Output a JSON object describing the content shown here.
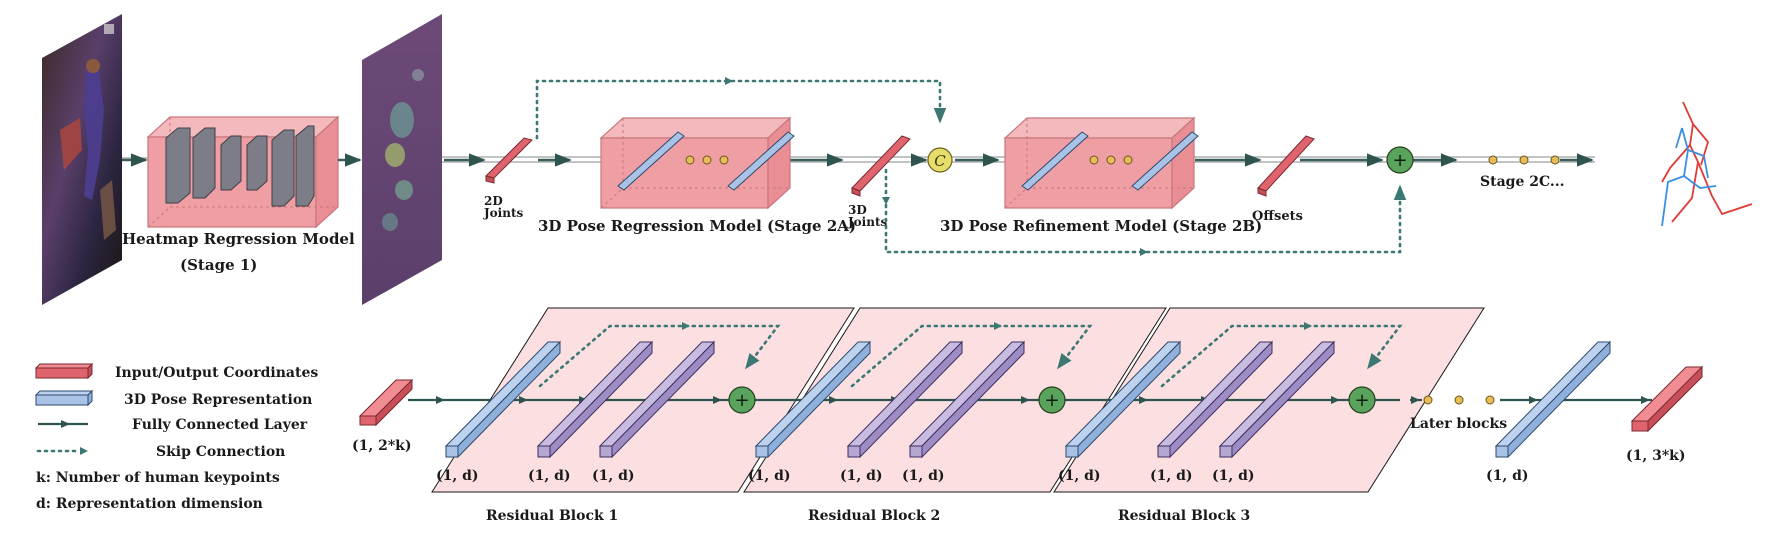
{
  "colors": {
    "block_fill": "#ef9fa4",
    "block_stroke": "#c9777c",
    "residual_fill": "#fbdfe1",
    "blue_bar": "#a9c3e6",
    "purple_bar": "#b5a6d2",
    "red_bar": "#e0646d",
    "arrow": "#2f5450",
    "skip": "#3b7773",
    "dot": "#e9bd55",
    "add_node": "#5aa35c",
    "concat_node": "#e6dd6a",
    "pose_red": "#e03a35",
    "pose_blue": "#3a8fe0"
  },
  "top": {
    "stage1_label_line1": "Heatmap Regression Model",
    "stage1_label_line2": "(Stage 1)",
    "joints2d_line1": "2D",
    "joints2d_line2": "Joints",
    "stage2a_label": "3D Pose Regression Model (Stage 2A)",
    "joints3d_line1": "3D",
    "joints3d_line2": "Joints",
    "concat_symbol": "C",
    "stage2b_label": "3D Pose Refinement Model (Stage 2B)",
    "offsets_label": "Offsets",
    "add_symbol": "+",
    "stage2c_label": "Stage 2C..."
  },
  "bottom": {
    "input_label": "(1, 2*k)",
    "d_label": "(1, d)",
    "residual_blocks": [
      "Residual Block 1",
      "Residual Block 2",
      "Residual Block 3"
    ],
    "later_blocks_label": "Later blocks",
    "final_d_label": "(1, d)",
    "output_label": "(1, 3*k)"
  },
  "legend": {
    "items": [
      {
        "icon": "red-bar-icon",
        "label": "Input/Output Coordinates"
      },
      {
        "icon": "blue-bar-icon",
        "label": "3D Pose Representation"
      },
      {
        "icon": "solid-arrow-icon",
        "label": "Fully Connected Layer"
      },
      {
        "icon": "dotted-arrow-icon",
        "label": "Skip Connection"
      }
    ],
    "notes": [
      "k: Number of human keypoints",
      "d: Representation dimension"
    ]
  }
}
